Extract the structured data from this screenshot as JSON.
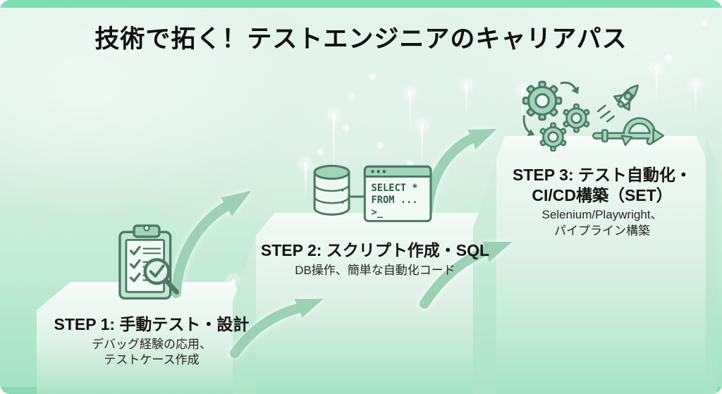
{
  "title": "技術で拓く！テストエンジニアのキャリアパス",
  "steps": [
    {
      "heading_lines": [
        "STEP 1: 手動テスト・設計"
      ],
      "sub_lines": [
        "デバッグ経験の応用、",
        "テストケース作成"
      ],
      "icon": "checklist-magnifier-icon"
    },
    {
      "heading_lines": [
        "STEP 2: スクリプト作成・SQL"
      ],
      "sub_lines": [
        "DB操作、簡単な自動化コード"
      ],
      "icon": "database-code-window-icon"
    },
    {
      "heading_lines": [
        "STEP 3: テスト自動化・",
        "CI/CD構築（SET）"
      ],
      "sub_lines": [
        "Selenium/Playwright、",
        "パイプライン構築"
      ],
      "icon": "gears-rocket-pipeline-icon"
    }
  ],
  "code_window": {
    "line1": "SELECT *",
    "line2": "FROM ...",
    "prompt": ">_"
  },
  "colors": {
    "frame_green": "#7edfb2",
    "background_top": "#e2f4ea",
    "background_bottom": "#a2e2c4",
    "step_face": "#edf8f1",
    "arrow_green": "#9cd1b6",
    "icon_fill": "#9fd4ba",
    "icon_outline": "#4c7a63",
    "text_dark": "#141414"
  }
}
